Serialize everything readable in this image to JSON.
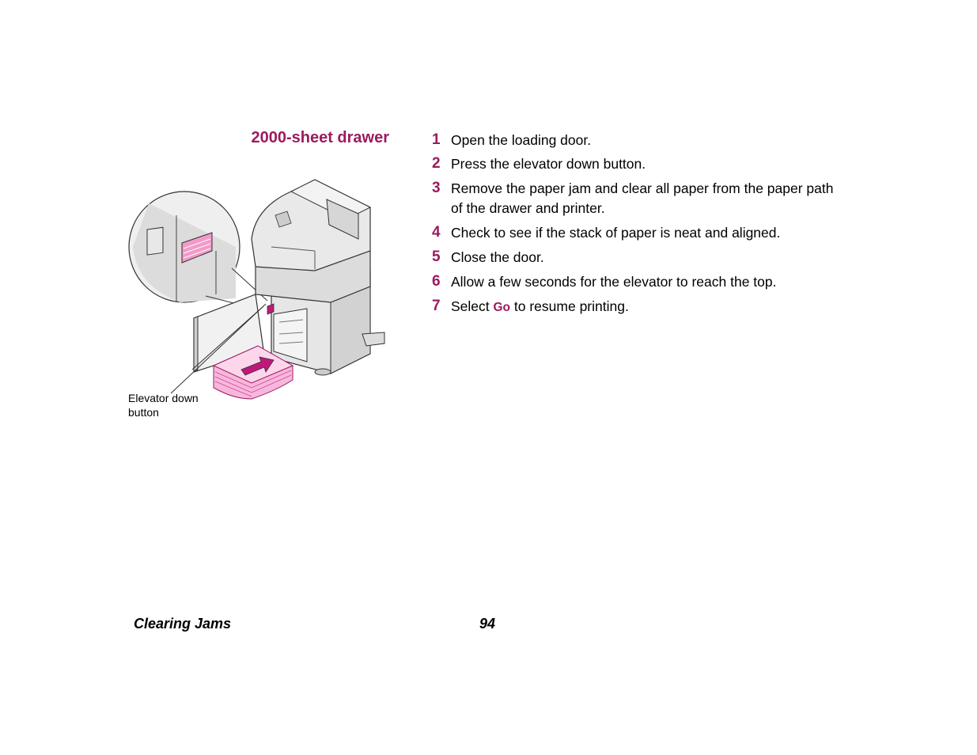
{
  "section_heading": "2000-sheet drawer",
  "steps": [
    {
      "number": "1",
      "text": "Open the loading door."
    },
    {
      "number": "2",
      "text": "Press the elevator down button."
    },
    {
      "number": "3",
      "text": "Remove the paper jam and clear all paper from the paper path of the drawer and printer."
    },
    {
      "number": "4",
      "text": "Check to see if the stack of paper is neat and aligned."
    },
    {
      "number": "5",
      "text": "Close the door."
    },
    {
      "number": "6",
      "text": "Allow a few seconds for the elevator to reach the top."
    },
    {
      "number": "7",
      "text_before": "Select ",
      "key": "Go",
      "text_after": " to resume printing."
    }
  ],
  "illustration": {
    "callout_label": "Elevator down button",
    "accent_color": "#c0187a",
    "paper_color": "#f7b7dc"
  },
  "footer": {
    "title": "Clearing Jams",
    "page_number": "94"
  }
}
